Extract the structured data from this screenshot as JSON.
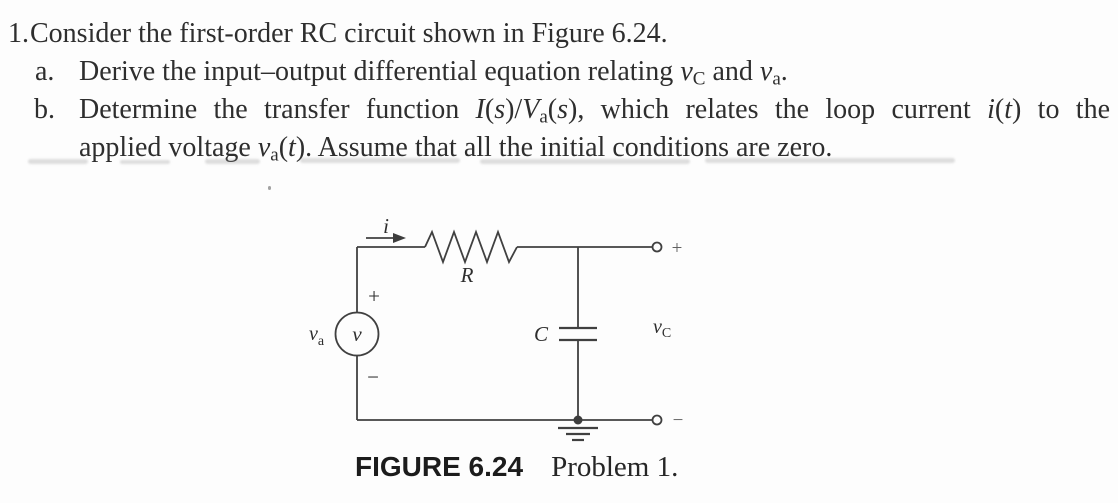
{
  "colors": {
    "ink": "#2e2e2e",
    "circuit_line": "#404040",
    "terminal_sign": "#606060",
    "background": "#fdfdfd"
  },
  "problem": {
    "number": "1.",
    "intro": "Consider the first-order RC circuit shown in Figure 6.24.",
    "item_a": {
      "label": "a.",
      "text": [
        {
          "t": "Derive the input–output differential equation relating "
        },
        {
          "t": "v",
          "s": "i"
        },
        {
          "t": "C",
          "s": "sub"
        },
        {
          "t": " and "
        },
        {
          "t": "v",
          "s": "i"
        },
        {
          "t": "a",
          "s": "sub"
        },
        {
          "t": "."
        }
      ]
    },
    "item_b": {
      "label": "b.",
      "line1": [
        {
          "t": "Determine the transfer function "
        },
        {
          "t": "I",
          "s": "i"
        },
        {
          "t": "("
        },
        {
          "t": "s",
          "s": "i"
        },
        {
          "t": ")/"
        },
        {
          "t": "V",
          "s": "i"
        },
        {
          "t": "a",
          "s": "sub"
        },
        {
          "t": "("
        },
        {
          "t": "s",
          "s": "i"
        },
        {
          "t": "), which relates the loop current "
        },
        {
          "t": "i",
          "s": "i"
        },
        {
          "t": "("
        },
        {
          "t": "t",
          "s": "i"
        },
        {
          "t": ") to the"
        }
      ],
      "line2": [
        {
          "t": "applied voltage "
        },
        {
          "t": "v",
          "s": "i"
        },
        {
          "t": "a",
          "s": "sub"
        },
        {
          "t": "("
        },
        {
          "t": "t",
          "s": "i"
        },
        {
          "t": "). Assume that all the initial conditions are zero."
        }
      ]
    }
  },
  "figure": {
    "caption_label": "FIGURE 6.24",
    "caption_text": "Problem 1.",
    "labels": {
      "current": "i",
      "resistor": "R",
      "capacitor": "C",
      "source_inner": "v",
      "source_voltage": {
        "main": "v",
        "sub": "a"
      },
      "output_voltage": {
        "main": "v",
        "sub": "C"
      },
      "source_plus": "+",
      "source_minus": "−",
      "terminal_plus": "+",
      "terminal_minus": "−"
    }
  }
}
